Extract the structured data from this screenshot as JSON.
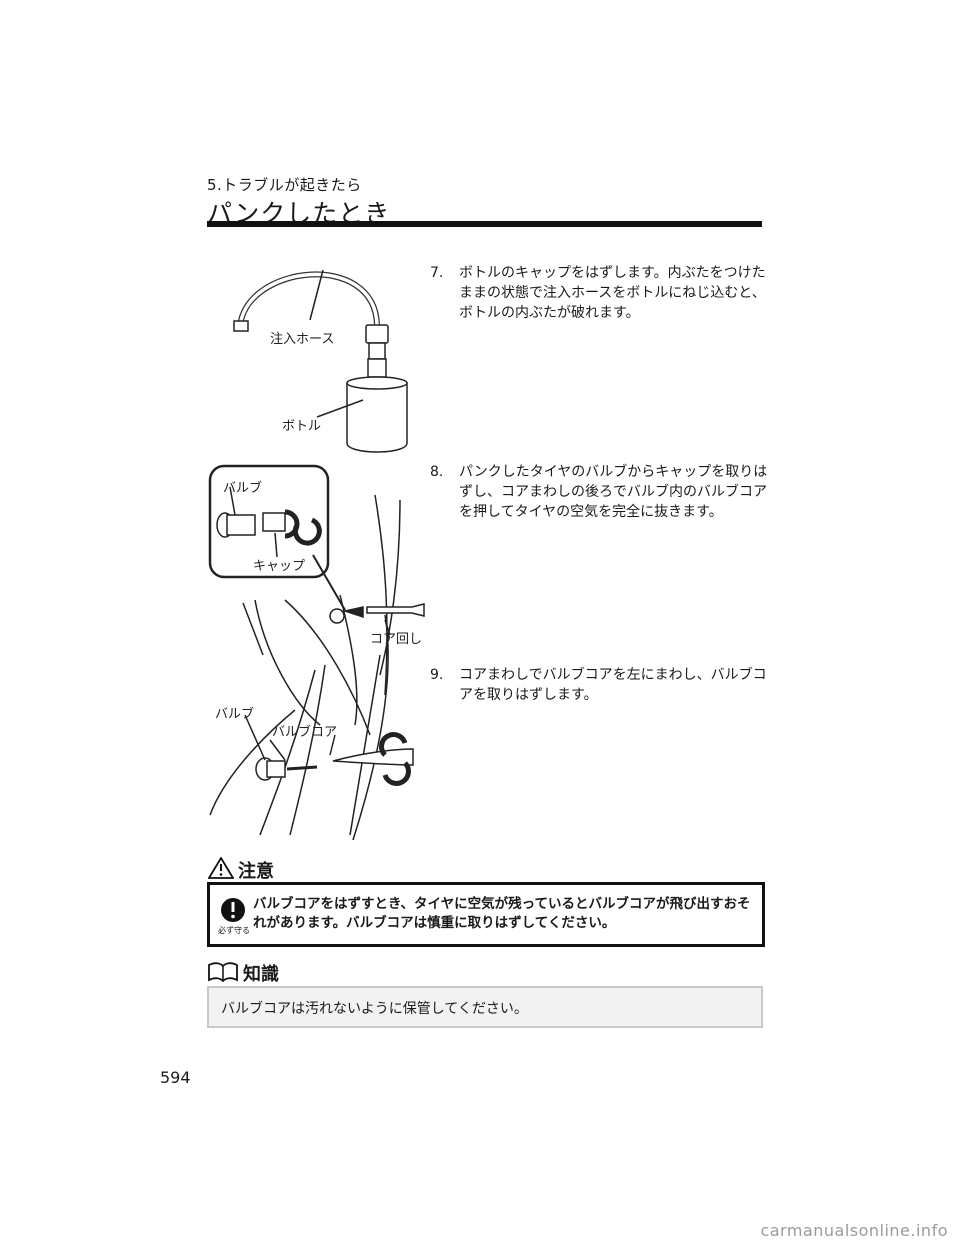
{
  "header": {
    "section": "5.トラブルが起きたら",
    "title": "パンクしたとき"
  },
  "steps": [
    {
      "num": "7.",
      "text": "ボトルのキャップをはずします。内ぶたをつけたままの状態で注入ホースをボトルにねじ込むと、ボトルの内ぶたが破れます。"
    },
    {
      "num": "8.",
      "text": "パンクしたタイヤのバルブからキャップを取りはずし、コアまわしの後ろでバルブ内のバルブコアを押してタイヤの空気を完全に抜きます。"
    },
    {
      "num": "9.",
      "text": "コアまわしでバルブコアを左にまわし、バルブコアを取りはずします。"
    }
  ],
  "figures": {
    "fig1": {
      "hose_label": "注入ホース",
      "bottle_label": "ボトル"
    },
    "fig2": {
      "valve_label": "バルブ",
      "cap_label": "キャップ",
      "tool_label": "コア回し"
    },
    "fig3": {
      "valve_label": "バルブ",
      "core_label": "バルブコア"
    }
  },
  "caution": {
    "heading": "注意",
    "must_label": "必ず守る",
    "text": "バルブコアをはずすとき、タイヤに空気が残っているとバルブコアが飛び出すおそれがあります。バルブコアは慎重に取りはずしてください。"
  },
  "knowledge": {
    "heading": "知識",
    "text": "バルブコアは汚れないように保管してください。"
  },
  "footer": {
    "page_number": "594",
    "watermark": "carmanualsonline.info"
  }
}
